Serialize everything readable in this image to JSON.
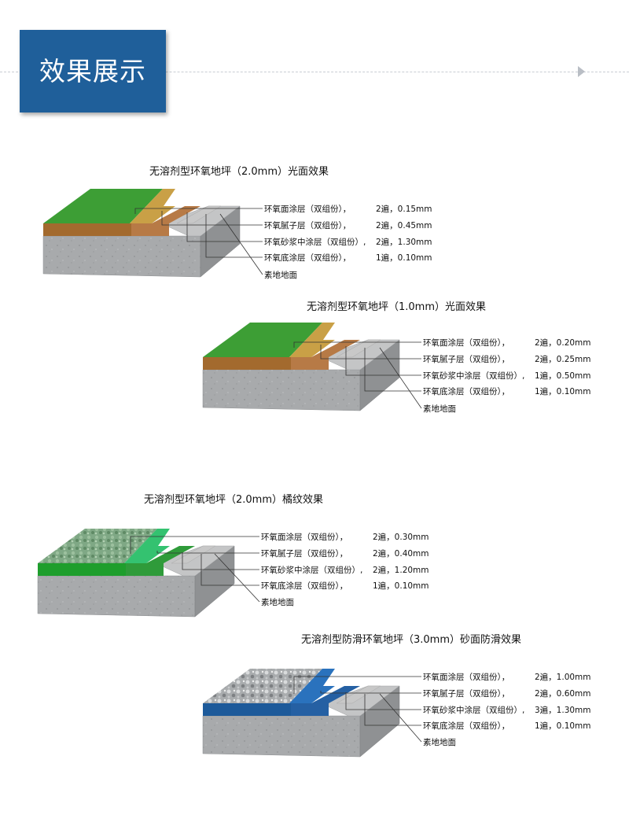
{
  "header": {
    "title": "效果展示"
  },
  "colors": {
    "header_blue": "#1f5f9a",
    "concrete": "#a8aaac",
    "leader": "#333333"
  },
  "sections": [
    {
      "title": "无溶剂型环氧地坪（2.0mm）光面效果",
      "variant": "smooth",
      "colors": {
        "top": "#3d9e35",
        "putty": "#c9a046",
        "mortar": "#b77a46",
        "primer": "#c8c8c8",
        "band": "#a36a2e"
      },
      "layers": [
        {
          "name": "环氧面涂层（双组份），",
          "detail": "2遍，0.15mm"
        },
        {
          "name": "环氧腻子层（双组份），",
          "detail": "2遍，0.45mm"
        },
        {
          "name": "环氧砂浆中涂层（双组份）,",
          "detail": "2遍，1.30mm"
        },
        {
          "name": "环氧底涂层（双组份），",
          "detail": "1遍，0.10mm"
        }
      ],
      "base_label": "素地地面"
    },
    {
      "title": "无溶剂型环氧地坪（1.0mm）光面效果",
      "variant": "smooth",
      "colors": {
        "top": "#3d9e35",
        "putty": "#c9a046",
        "mortar": "#b77a46",
        "primer": "#c8c8c8",
        "band": "#a36a2e"
      },
      "layers": [
        {
          "name": "环氧面涂层（双组份），",
          "detail": "2遍，0.20mm"
        },
        {
          "name": "环氧腻子层（双组份），",
          "detail": "2遍，0.25mm"
        },
        {
          "name": "环氧砂浆中涂层（双组份）,",
          "detail": "1遍，0.50mm"
        },
        {
          "name": "环氧底涂层（双组份），",
          "detail": "1遍，0.10mm"
        }
      ],
      "base_label": "素地地面"
    },
    {
      "title": "无溶剂型环氧地坪（2.0mm）橘纹效果",
      "variant": "orange-peel",
      "colors": {
        "top": "#7fa885",
        "putty": "#34c270",
        "mortar": "#2f9b3a",
        "primer": "#c8c8c8",
        "band": "#1e9e2c"
      },
      "layers": [
        {
          "name": "环氧面涂层（双组份），",
          "detail": "2遍，0.30mm"
        },
        {
          "name": "环氧腻子层（双组份），",
          "detail": "2遍，0.40mm"
        },
        {
          "name": "环氧砂浆中涂层（双组份）,",
          "detail": "2遍，1.20mm"
        },
        {
          "name": "环氧底涂层（双组份），",
          "detail": "1遍，0.10mm"
        }
      ],
      "base_label": "素地地面"
    },
    {
      "title": "无溶剂型防滑环氧地坪（3.0mm）砂面防滑效果",
      "variant": "sand",
      "colors": {
        "top": "#a9acae",
        "putty": "#2a72bd",
        "mortar": "#2560a3",
        "primer": "#c8c8c8",
        "band": "#1d5a9a"
      },
      "layers": [
        {
          "name": "环氧面涂层（双组份），",
          "detail": "2遍，1.00mm"
        },
        {
          "name": "环氧腻子层（双组份），",
          "detail": "2遍，0.60mm"
        },
        {
          "name": "环氧砂浆中涂层（双组份）,",
          "detail": "3遍，1.30mm"
        },
        {
          "name": "环氧底涂层（双组份），",
          "detail": "1遍，0.10mm"
        }
      ],
      "base_label": "素地地面"
    }
  ]
}
